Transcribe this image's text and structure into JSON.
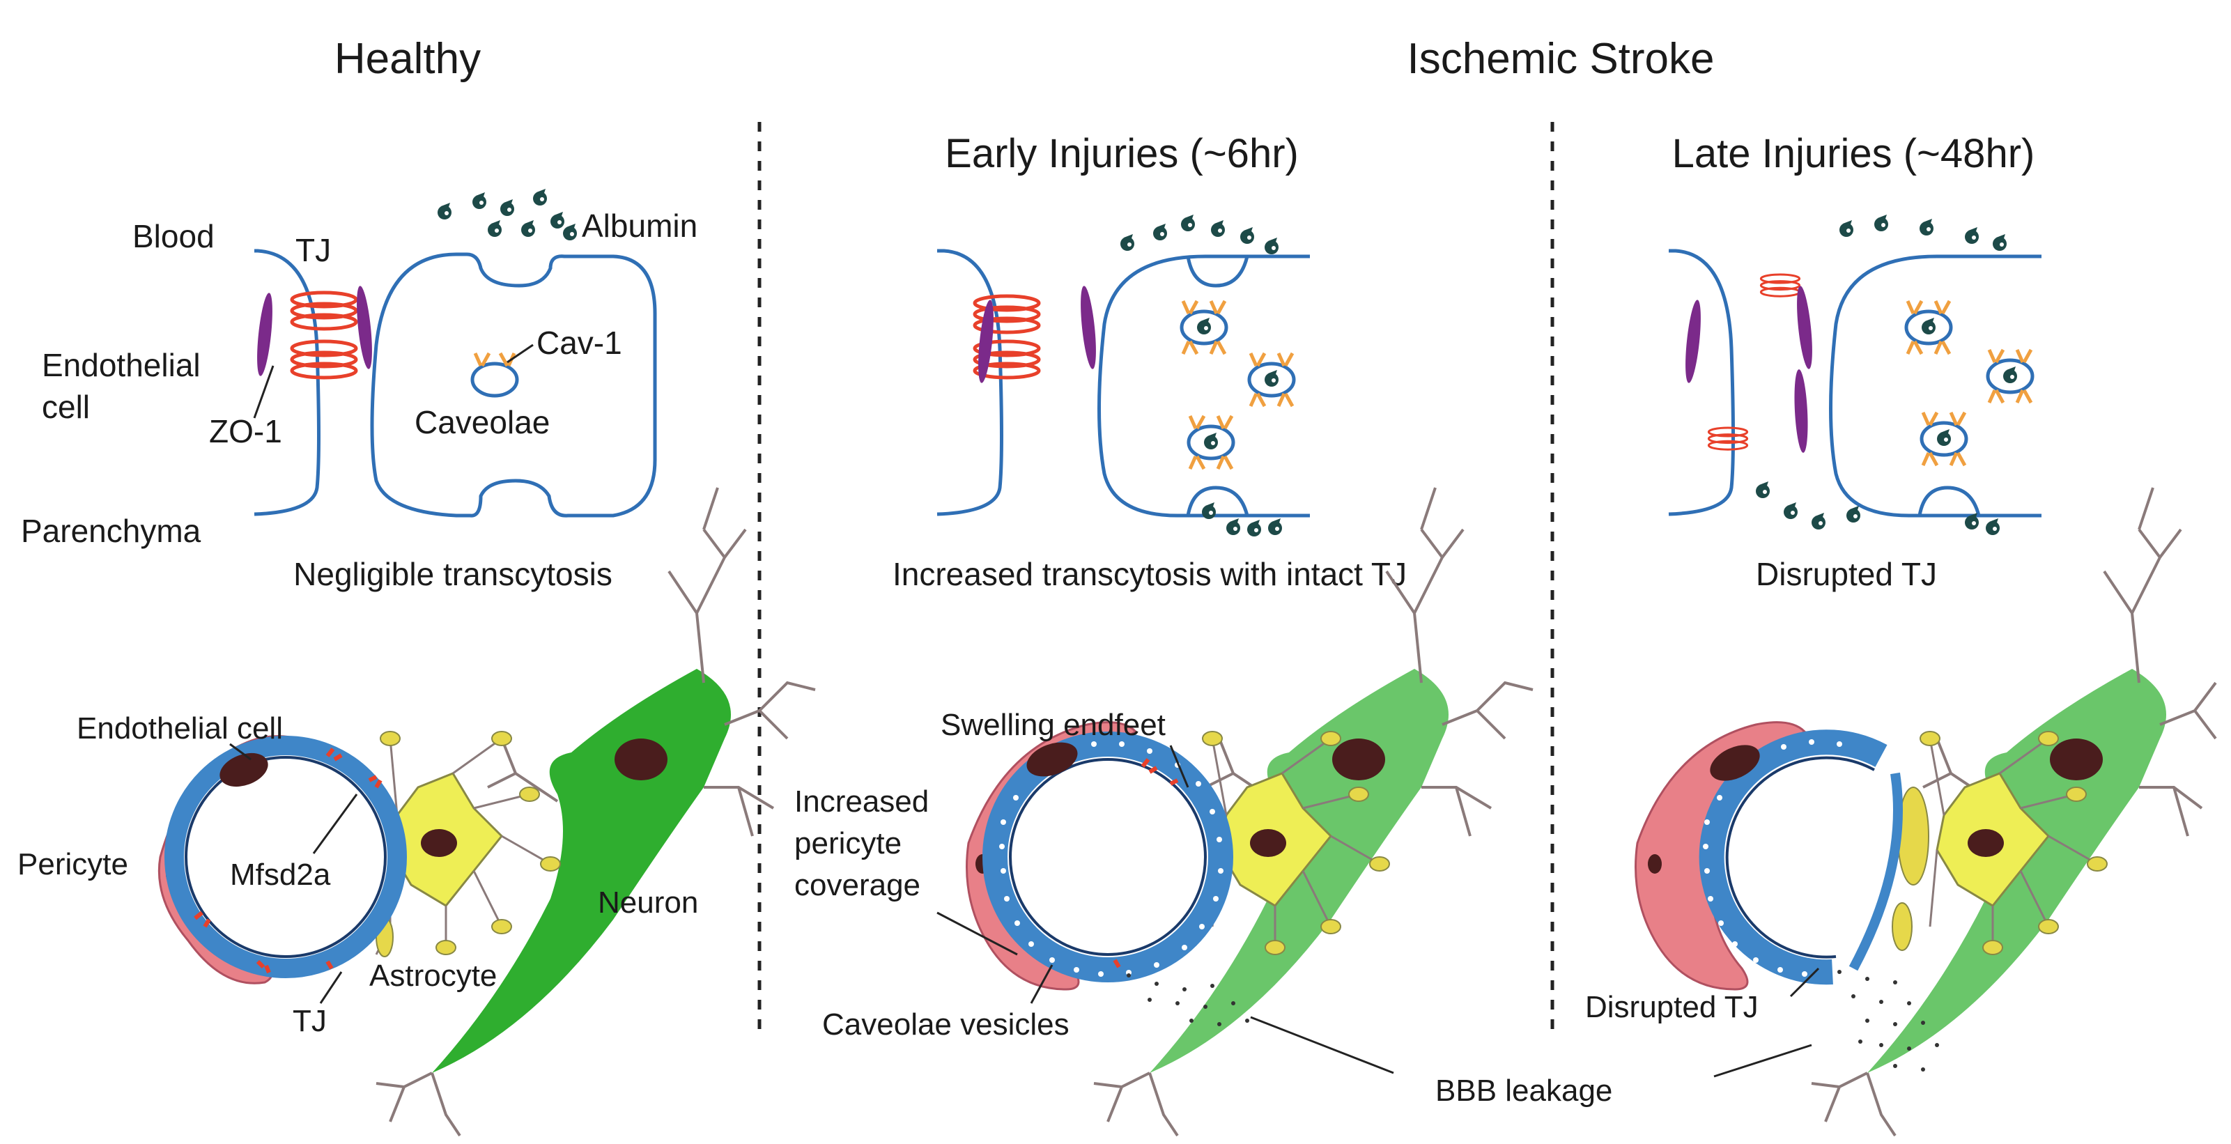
{
  "panels": {
    "healthy": {
      "title": "Healthy",
      "labels": {
        "blood": "Blood",
        "tj": "TJ",
        "albumin": "Albumin",
        "endothelial": "Endothelial",
        "cell": "cell",
        "zo1": "ZO-1",
        "cav1": "Cav-1",
        "caveolae": "Caveolae",
        "parenchyma": "Parenchyma"
      },
      "caption": "Negligible transcytosis",
      "lower": {
        "endothelial_cell": "Endothelial cell",
        "pericyte": "Pericyte",
        "mfsd2a": "Mfsd2a",
        "neuron": "Neuron",
        "astrocyte": "Astrocyte",
        "tj": "TJ"
      }
    },
    "stroke": {
      "title": "Ischemic Stroke",
      "early": {
        "title": "Early Injuries (~6hr)",
        "caption": "Increased transcytosis with intact TJ",
        "swelling": "Swelling endfeet",
        "pericyte_line1": "Increased",
        "pericyte_line2": "pericyte",
        "pericyte_line3": "coverage",
        "caveolae_vesicles": "Caveolae vesicles"
      },
      "late": {
        "title": "Late Injuries (~48hr)",
        "caption": "Disrupted TJ",
        "disrupted_tj": "Disrupted TJ"
      },
      "bbb_leakage": "BBB leakage"
    }
  },
  "colors": {
    "membrane": "#2f6fb5",
    "tight_junction": "#e8402a",
    "zo1": "#7b2a8a",
    "albumin": "#1d4a48",
    "caveolin": "#f0a040",
    "pericyte": "#e88088",
    "endothelial_ring": "#3f86c8",
    "astrocyte": "#eeee55",
    "endfeet": "#e6d84a",
    "neuron_healthy": "#2fae2f",
    "neuron_injured": "#6ac66a",
    "nucleus": "#4a1d1d",
    "dendrite": "#8a7a7a",
    "divider": "#222222"
  }
}
